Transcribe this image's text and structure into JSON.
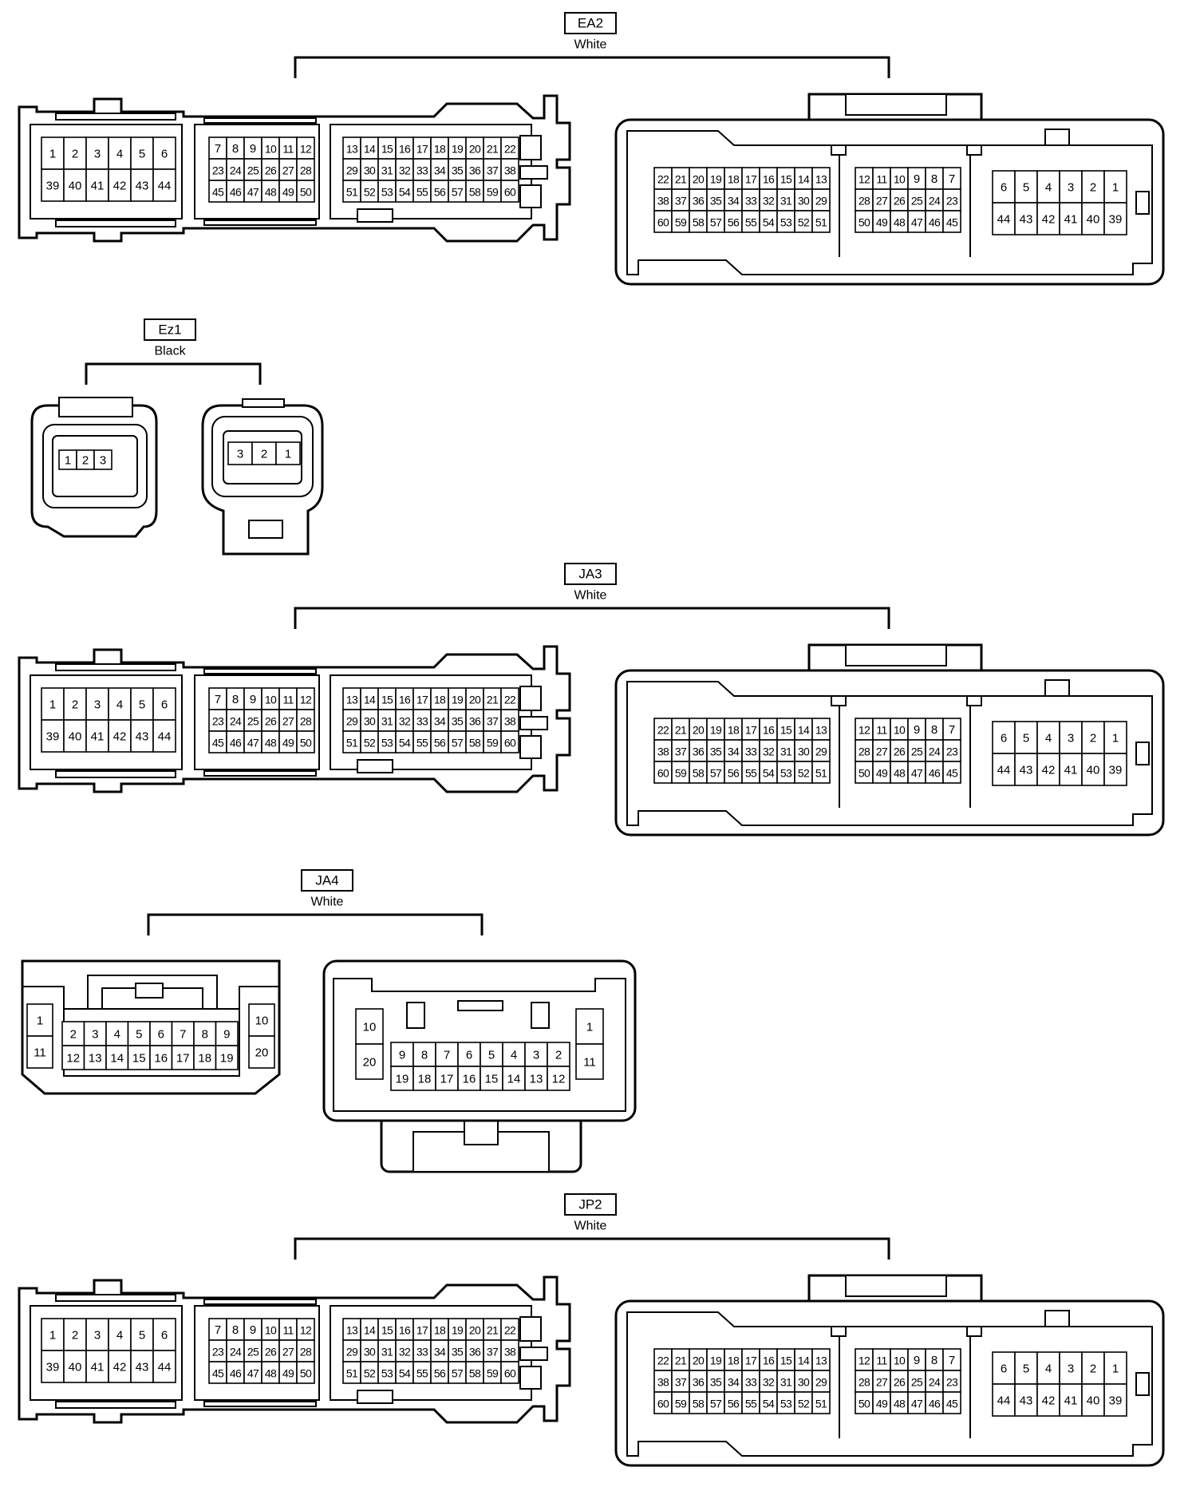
{
  "connectors": [
    {
      "id": "EA2",
      "color": "White",
      "type": "ecu60"
    },
    {
      "id": "Ez1",
      "color": "Black",
      "type": "three-pin"
    },
    {
      "id": "JA3",
      "color": "White",
      "type": "ecu60"
    },
    {
      "id": "JA4",
      "color": "White",
      "type": "twenty-pin"
    },
    {
      "id": "JP2",
      "color": "White",
      "type": "ecu60"
    }
  ],
  "ecu60_pins": {
    "left_small": [
      [
        "1",
        "2",
        "3",
        "4",
        "5",
        "6"
      ],
      [
        "39",
        "40",
        "41",
        "42",
        "43",
        "44"
      ]
    ],
    "left_mid": [
      [
        "7",
        "8",
        "9",
        "10",
        "11",
        "12"
      ],
      [
        "23",
        "24",
        "25",
        "26",
        "27",
        "28"
      ],
      [
        "45",
        "46",
        "47",
        "48",
        "49",
        "50"
      ]
    ],
    "left_big": [
      [
        "13",
        "14",
        "15",
        "16",
        "17",
        "18",
        "19",
        "20",
        "21",
        "22"
      ],
      [
        "29",
        "30",
        "31",
        "32",
        "33",
        "34",
        "35",
        "36",
        "37",
        "38"
      ],
      [
        "51",
        "52",
        "53",
        "54",
        "55",
        "56",
        "57",
        "58",
        "59",
        "60"
      ]
    ],
    "right_big": [
      [
        "22",
        "21",
        "20",
        "19",
        "18",
        "17",
        "16",
        "15",
        "14",
        "13"
      ],
      [
        "38",
        "37",
        "36",
        "35",
        "34",
        "33",
        "32",
        "31",
        "30",
        "29"
      ],
      [
        "60",
        "59",
        "58",
        "57",
        "56",
        "55",
        "54",
        "53",
        "52",
        "51"
      ]
    ],
    "right_mid": [
      [
        "12",
        "11",
        "10",
        "9",
        "8",
        "7"
      ],
      [
        "28",
        "27",
        "26",
        "25",
        "24",
        "23"
      ],
      [
        "50",
        "49",
        "48",
        "47",
        "46",
        "45"
      ]
    ],
    "right_small": [
      [
        "6",
        "5",
        "4",
        "3",
        "2",
        "1"
      ],
      [
        "44",
        "43",
        "42",
        "41",
        "40",
        "39"
      ]
    ]
  },
  "three_pin": {
    "left": [
      "1",
      "2",
      "3"
    ],
    "right": [
      "3",
      "2",
      "1"
    ]
  },
  "twenty_pin": {
    "left_side_a": [
      "1",
      "11"
    ],
    "left_center": [
      [
        "2",
        "3",
        "4",
        "5",
        "6",
        "7",
        "8",
        "9"
      ],
      [
        "12",
        "13",
        "14",
        "15",
        "16",
        "17",
        "18",
        "19"
      ]
    ],
    "left_side_b": [
      "10",
      "20"
    ],
    "right_side_a": [
      "10",
      "20"
    ],
    "right_center": [
      [
        "9",
        "8",
        "7",
        "6",
        "5",
        "4",
        "3",
        "2"
      ],
      [
        "19",
        "18",
        "17",
        "16",
        "15",
        "14",
        "13",
        "12"
      ]
    ],
    "right_side_b": [
      "1",
      "11"
    ]
  }
}
